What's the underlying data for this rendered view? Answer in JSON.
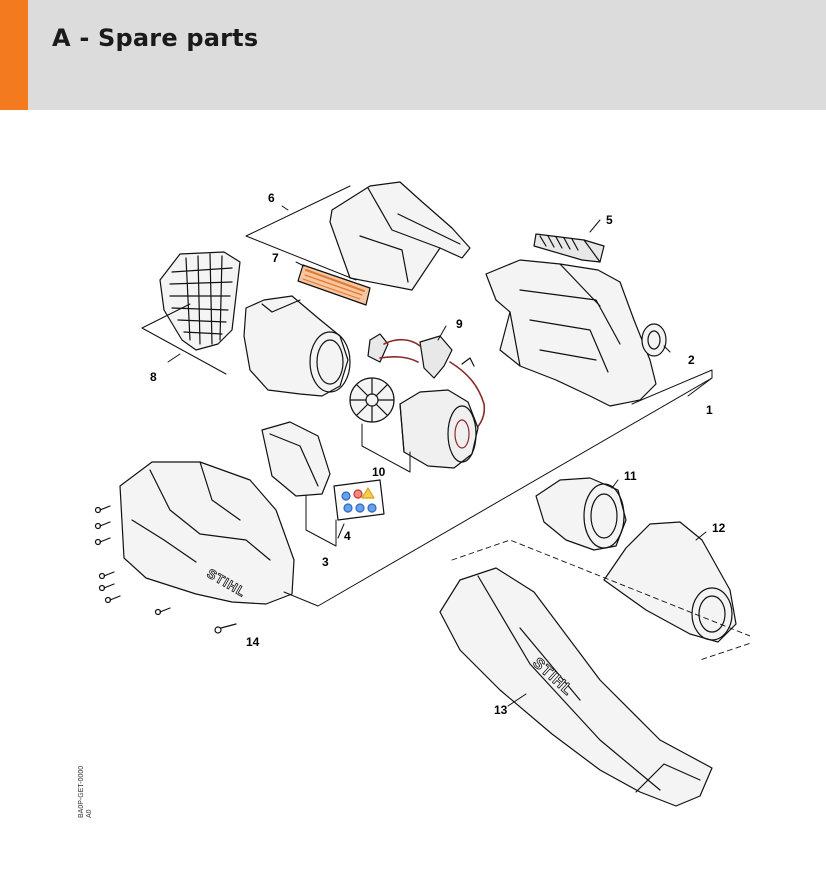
{
  "header": {
    "title": "A - Spare parts",
    "accent_color": "#f37a1f",
    "bg_color": "#dcdcdc"
  },
  "diagram": {
    "callouts": [
      "1",
      "2",
      "3",
      "4",
      "5",
      "6",
      "7",
      "8",
      "9",
      "10",
      "11",
      "12",
      "13",
      "14"
    ],
    "brand_text": "STIHL",
    "side_code_line1": "BA0P-GET-0000",
    "side_code_line2": "A0"
  }
}
